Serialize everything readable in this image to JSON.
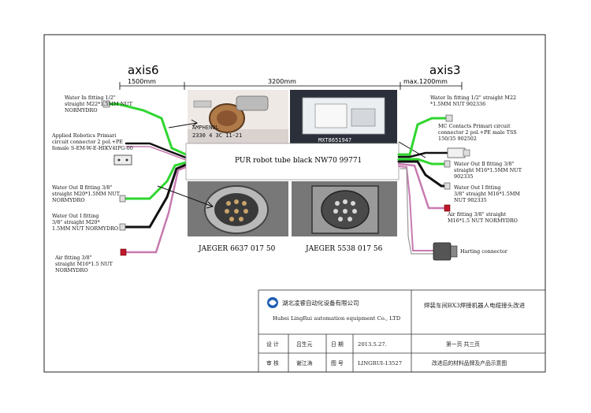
{
  "header": {
    "axis6": "axis6",
    "axis3": "axis3",
    "dim_1500": "1500mm",
    "dim_3200": "3200mm",
    "dim_1200": "max.1200mm"
  },
  "center": {
    "tube_label": "PUR robot tube black NW70 99771",
    "photo_tl_text1": "AMPHENOL",
    "photo_tl_text2": "2330 4 3C 11-21",
    "photo_tr_text": "MXT8651947",
    "jaeger_left": "JAEGER 6637 017 50",
    "jaeger_right": "JAEGER 5538 017 56"
  },
  "left_labels": [
    [
      "Water In fitting 1/2\"",
      "straight M22*1.5MM NUT",
      "NORMYDRO"
    ],
    [
      "Applied Robotics Primari",
      "circuit connector 2 pol.+PE",
      "female S-EM-W-E-HIKV4IPG-00"
    ],
    [
      "Water Out Ⅱ fitting 3/8\"",
      "straight M20*1.5MM NUT",
      "NORMYDRO"
    ],
    [
      "Water Out Ⅰ fitting",
      "3/8\" straight M20*",
      "1.5MM NUT NORMYDRO"
    ],
    [
      "Air fitting 3/8\"",
      "straight M16*1.5 NUT",
      "NORMYDRO"
    ]
  ],
  "right_labels": [
    [
      "Water In fitting 1/2\" straight M22",
      "*1.5MM NUT 902336"
    ],
    [
      "MC  Contacts Primari circuit",
      "connector 2 pol.+PE male TSS",
      "150/35 902502"
    ],
    [
      "Water Out Ⅱ fitting 3/8\"",
      "straight M16*1.5MM NUT",
      "902335"
    ],
    [
      "Water Out Ⅰ fitting",
      "3/8\" straight M16*1.5MM",
      "NUT 902335"
    ],
    [
      "Air fitting 3/8\" straight",
      "M16*1.5 NUT NORMYDRO"
    ],
    [
      "Harting  connector"
    ]
  ],
  "title_block": {
    "company_cn": "湖北凌睿自动化设备有限公司",
    "company_en": "Hubei LingRui automation equipment Co., LTD",
    "project": "焊装车间BX3焊接机器人电缆接头改进",
    "design_label": "设 计",
    "designer": "吕生元",
    "date_label": "日 期",
    "date": "2013.5.27.",
    "page": "第一页   共三页",
    "review_label": "审 核",
    "reviewer": "谢江涛",
    "drawing_label": "图 号",
    "drawing_no": "LINGRUI-13527",
    "description": "改进后的材料品牌及产品示意图"
  },
  "colors": {
    "green": "#2fd62f",
    "black": "#111111",
    "pink": "#c77ab0",
    "red_fitting": "#c0182a"
  }
}
